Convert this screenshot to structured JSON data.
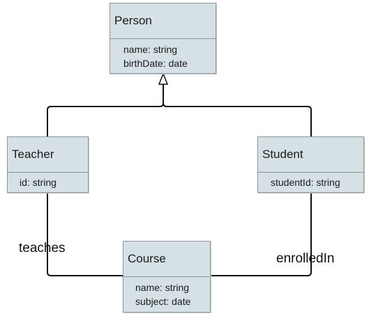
{
  "classes": {
    "person": {
      "name": "Person",
      "attributes": [
        "name: string",
        "birthDate: date"
      ]
    },
    "teacher": {
      "name": "Teacher",
      "attributes": [
        "id: string"
      ]
    },
    "student": {
      "name": "Student",
      "attributes": [
        "studentId: string"
      ]
    },
    "course": {
      "name": "Course",
      "attributes": [
        "name: string",
        "subject: date"
      ]
    }
  },
  "associations": {
    "teaches": "teaches",
    "enrolled_in": "enrolledIn"
  },
  "relationships": [
    {
      "type": "generalization",
      "from": "Teacher",
      "to": "Person"
    },
    {
      "type": "generalization",
      "from": "Student",
      "to": "Person"
    },
    {
      "type": "association",
      "from": "Teacher",
      "to": "Course",
      "label": "teaches"
    },
    {
      "type": "association",
      "from": "Student",
      "to": "Course",
      "label": "enrolledIn"
    }
  ]
}
